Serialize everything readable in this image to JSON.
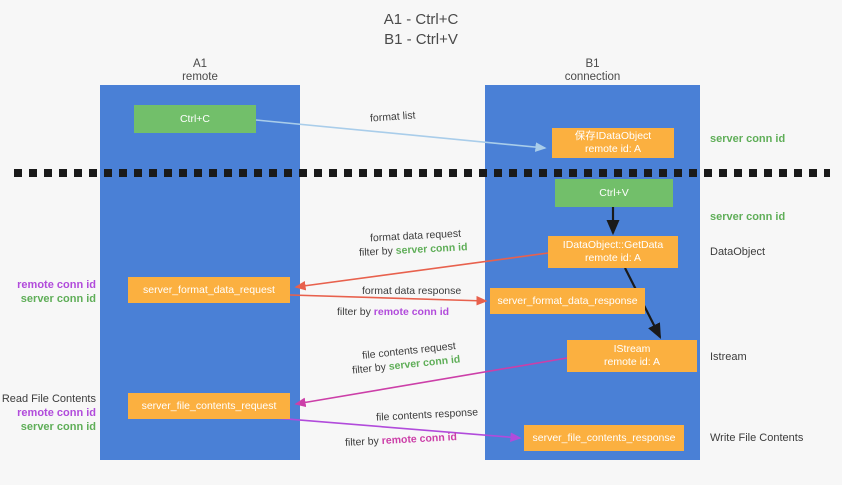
{
  "title": {
    "line1": "A1 - Ctrl+C",
    "line2": "B1 - Ctrl+V"
  },
  "columns": [
    {
      "id": "a1",
      "name": "A1",
      "sub": "remote"
    },
    {
      "id": "b1",
      "name": "B1",
      "sub": "connection"
    }
  ],
  "boxes": {
    "ctrl_c": {
      "line1": "Ctrl+C",
      "line2": "",
      "color": "#72bf6a"
    },
    "ctrl_v": {
      "line1": "Ctrl+V",
      "line2": "",
      "color": "#72bf6a"
    },
    "save_idataobject": {
      "line1": "保存IDataObject",
      "line2": "remote id: A",
      "color": "#fbb040"
    },
    "getdata": {
      "line1": "IDataObject::GetData",
      "line2": "remote id: A",
      "color": "#fbb040"
    },
    "istream": {
      "line1": "IStream",
      "line2": "remote id: A",
      "color": "#fbb040"
    },
    "server_format_data_request": {
      "line1": "server_format_data_request",
      "line2": "",
      "color": "#fbb040"
    },
    "server_format_data_response": {
      "line1": "server_format_data_response",
      "line2": "",
      "color": "#fbb040"
    },
    "server_file_contents_request": {
      "line1": "server_file_contents_request",
      "line2": "",
      "color": "#fbb040"
    },
    "server_file_contents_response": {
      "line1": "server_file_contents_response",
      "line2": "",
      "color": "#fbb040"
    }
  },
  "right_labels": {
    "server_conn_id_1": "server conn id",
    "server_conn_id_2": "server conn id",
    "dataobject": "DataObject",
    "istream": "Istream",
    "write_file_contents": "Write File Contents"
  },
  "left_labels": {
    "group1_remote": "remote conn id",
    "group1_server": "server conn id",
    "group2_title": "Read File Contents",
    "group2_remote": "remote conn id",
    "group2_server": "server conn id"
  },
  "edges": {
    "format_list": "format list",
    "format_data_request": "format data request",
    "format_data_request_filter_prefix": "filter by ",
    "format_data_request_filter_key": "server conn id",
    "format_data_response": "format data response",
    "format_data_response_filter_prefix": "filter by ",
    "format_data_response_filter_key": "remote conn id",
    "file_contents_request": "file contents request",
    "file_contents_request_filter_prefix": "filter by ",
    "file_contents_request_filter_key": "server conn id",
    "file_contents_response": "file contents response",
    "file_contents_response_filter_prefix": "filter by ",
    "file_contents_response_filter_key": "remote conn id"
  },
  "colors": {
    "lane": "#4a80d6",
    "green": "#72bf6a",
    "orange": "#fbb040",
    "green_text": "#5fae58",
    "purple_text": "#b14bdb",
    "pink_arrow": "#cc3fa8",
    "red_arrow": "#e8614d",
    "lightblue_arrow": "#a9cdea",
    "black": "#1a1a1a",
    "background": "#f7f7f7"
  }
}
